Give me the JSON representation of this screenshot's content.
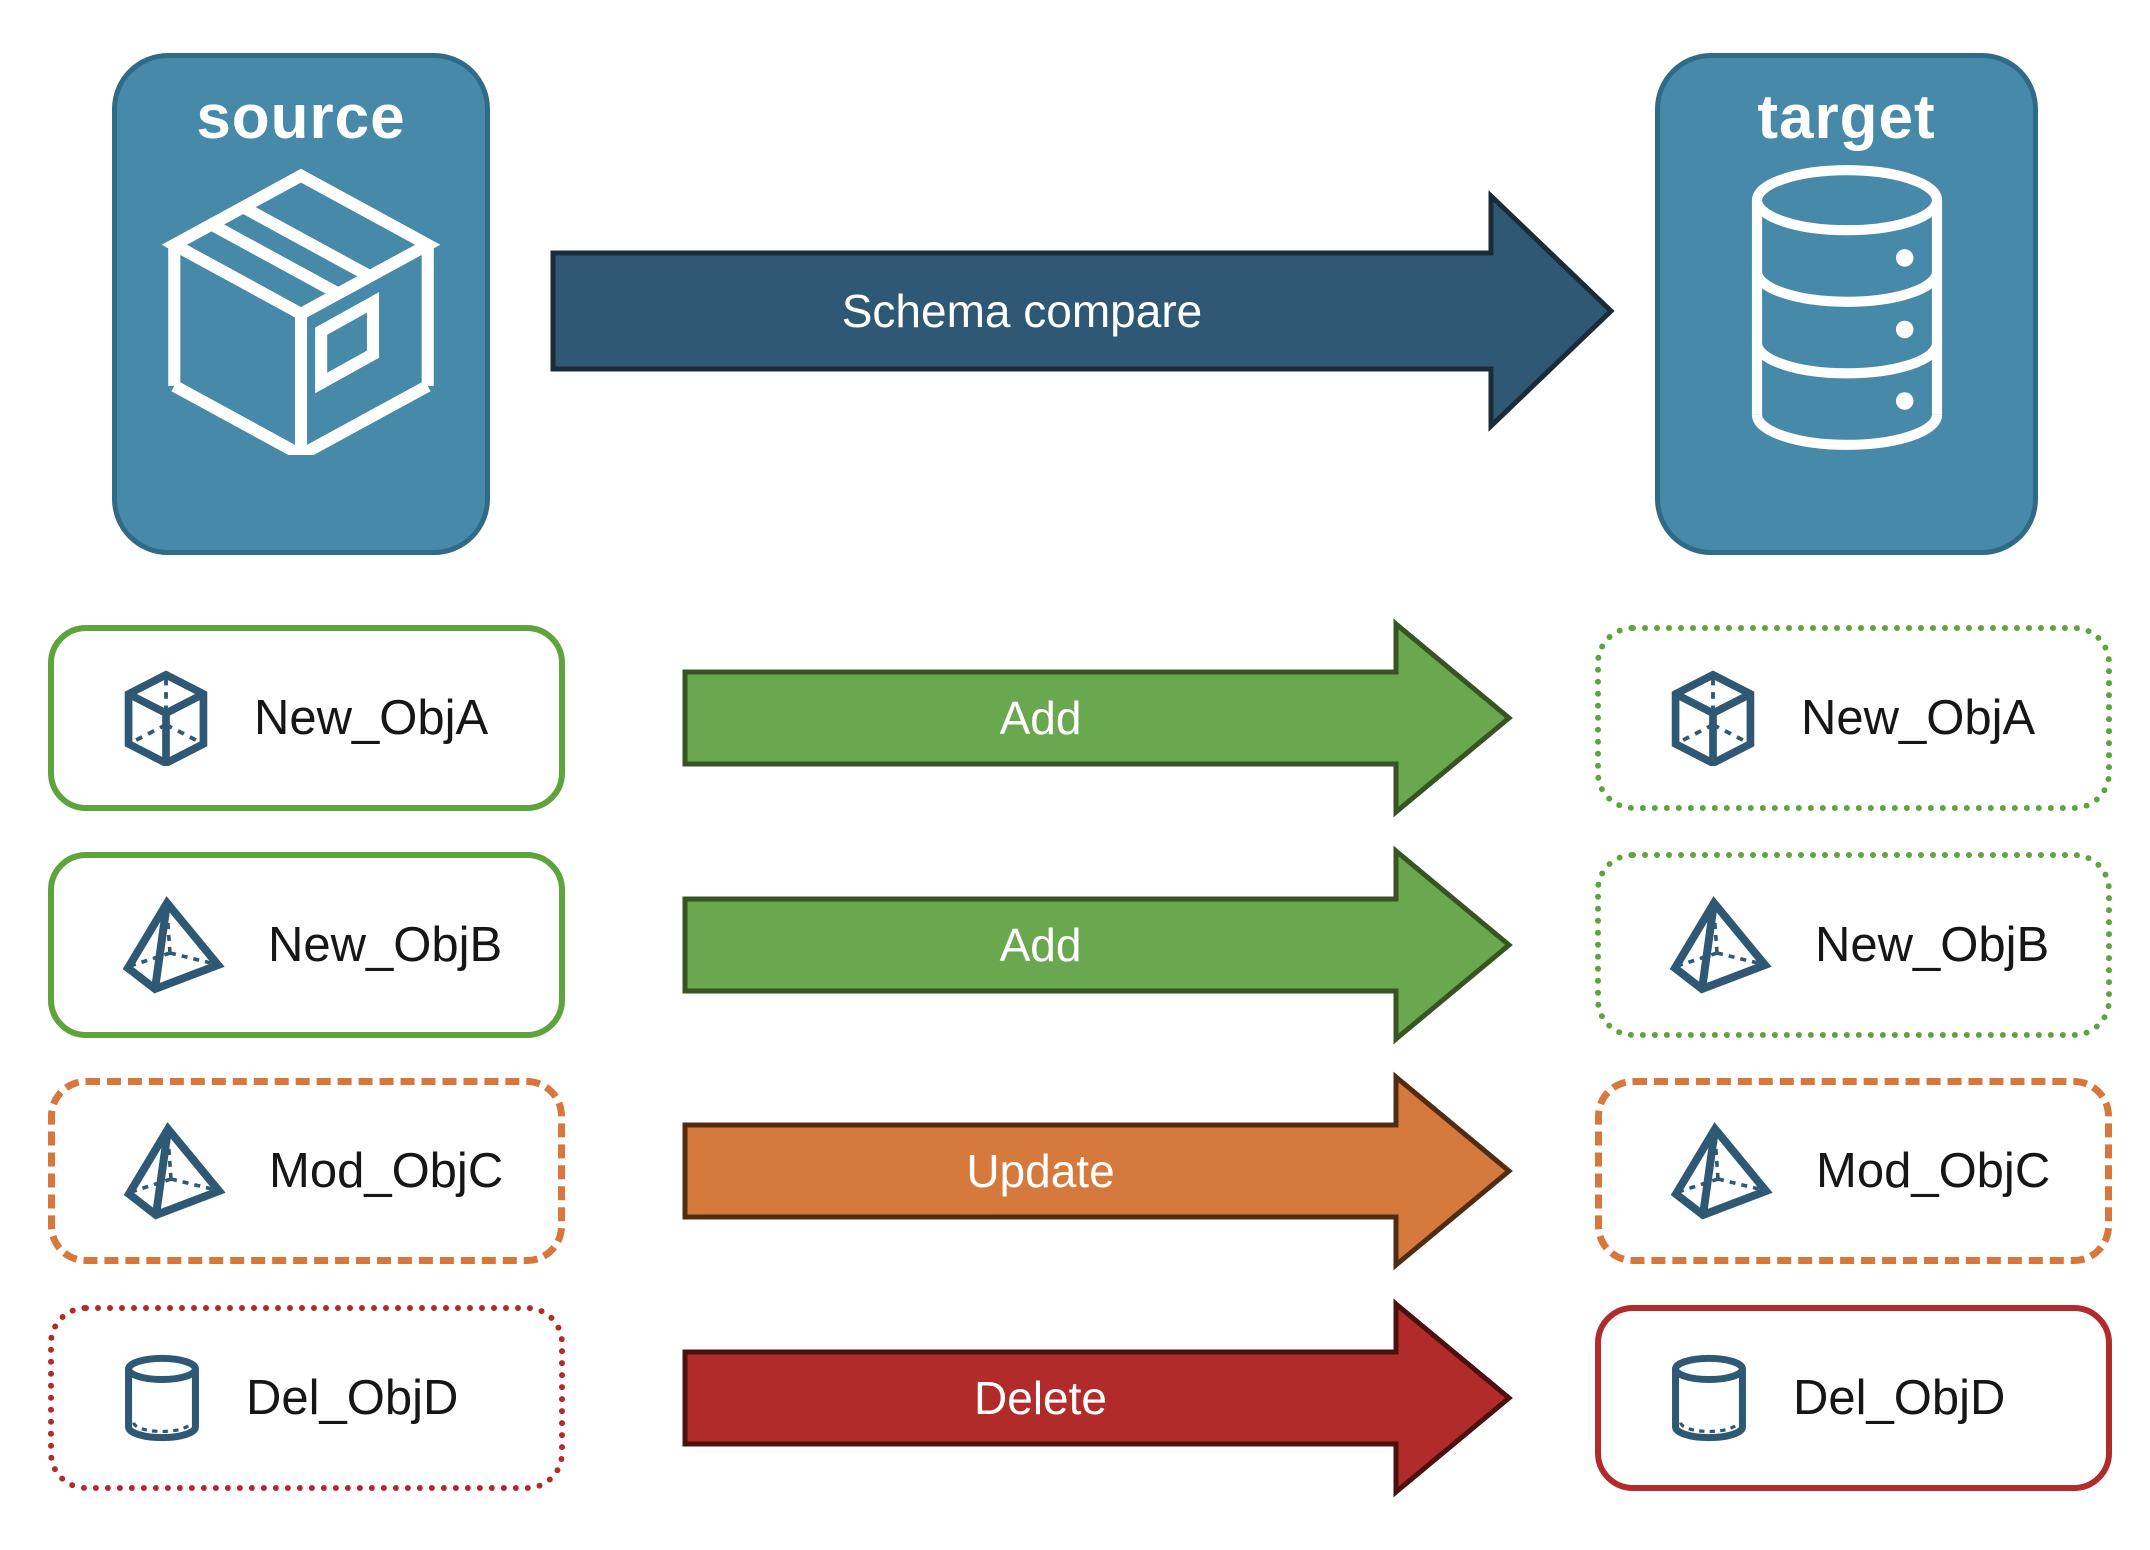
{
  "diagram": {
    "source": {
      "label": "source",
      "icon": "package-icon"
    },
    "target": {
      "label": "target",
      "icon": "database-icon"
    },
    "compare_arrow": {
      "label": "Schema compare"
    },
    "rows": [
      {
        "name": "New_ObjA",
        "action": "Add",
        "icon": "cube-icon",
        "change": "new",
        "source_border": "solid green",
        "target_border": "dotted green"
      },
      {
        "name": "New_ObjB",
        "action": "Add",
        "icon": "pyramid-icon",
        "change": "new",
        "source_border": "solid green",
        "target_border": "dotted green"
      },
      {
        "name": "Mod_ObjC",
        "action": "Update",
        "icon": "pyramid-icon",
        "change": "modified",
        "source_border": "dashed orange",
        "target_border": "dashed orange"
      },
      {
        "name": "Del_ObjD",
        "action": "Delete",
        "icon": "cylinder-icon",
        "change": "deleted",
        "source_border": "dotted red",
        "target_border": "solid red"
      }
    ],
    "colors": {
      "node_fill": "#4789A8",
      "node_border": "#2F6B86",
      "compare_arrow_fill": "#2E5874",
      "compare_arrow_border": "#1C2B38",
      "add_arrow_fill": "#6AA84F",
      "add_arrow_border": "#375422",
      "update_arrow_fill": "#D5793C",
      "update_arrow_border": "#502D12",
      "delete_arrow_fill": "#B02B2A",
      "delete_arrow_border": "#4C100F",
      "new_border": "#5FA33C",
      "modified_border": "#D8773C",
      "deleted_border": "#B22B2B",
      "object_icon_stroke": "#2E5874"
    }
  }
}
